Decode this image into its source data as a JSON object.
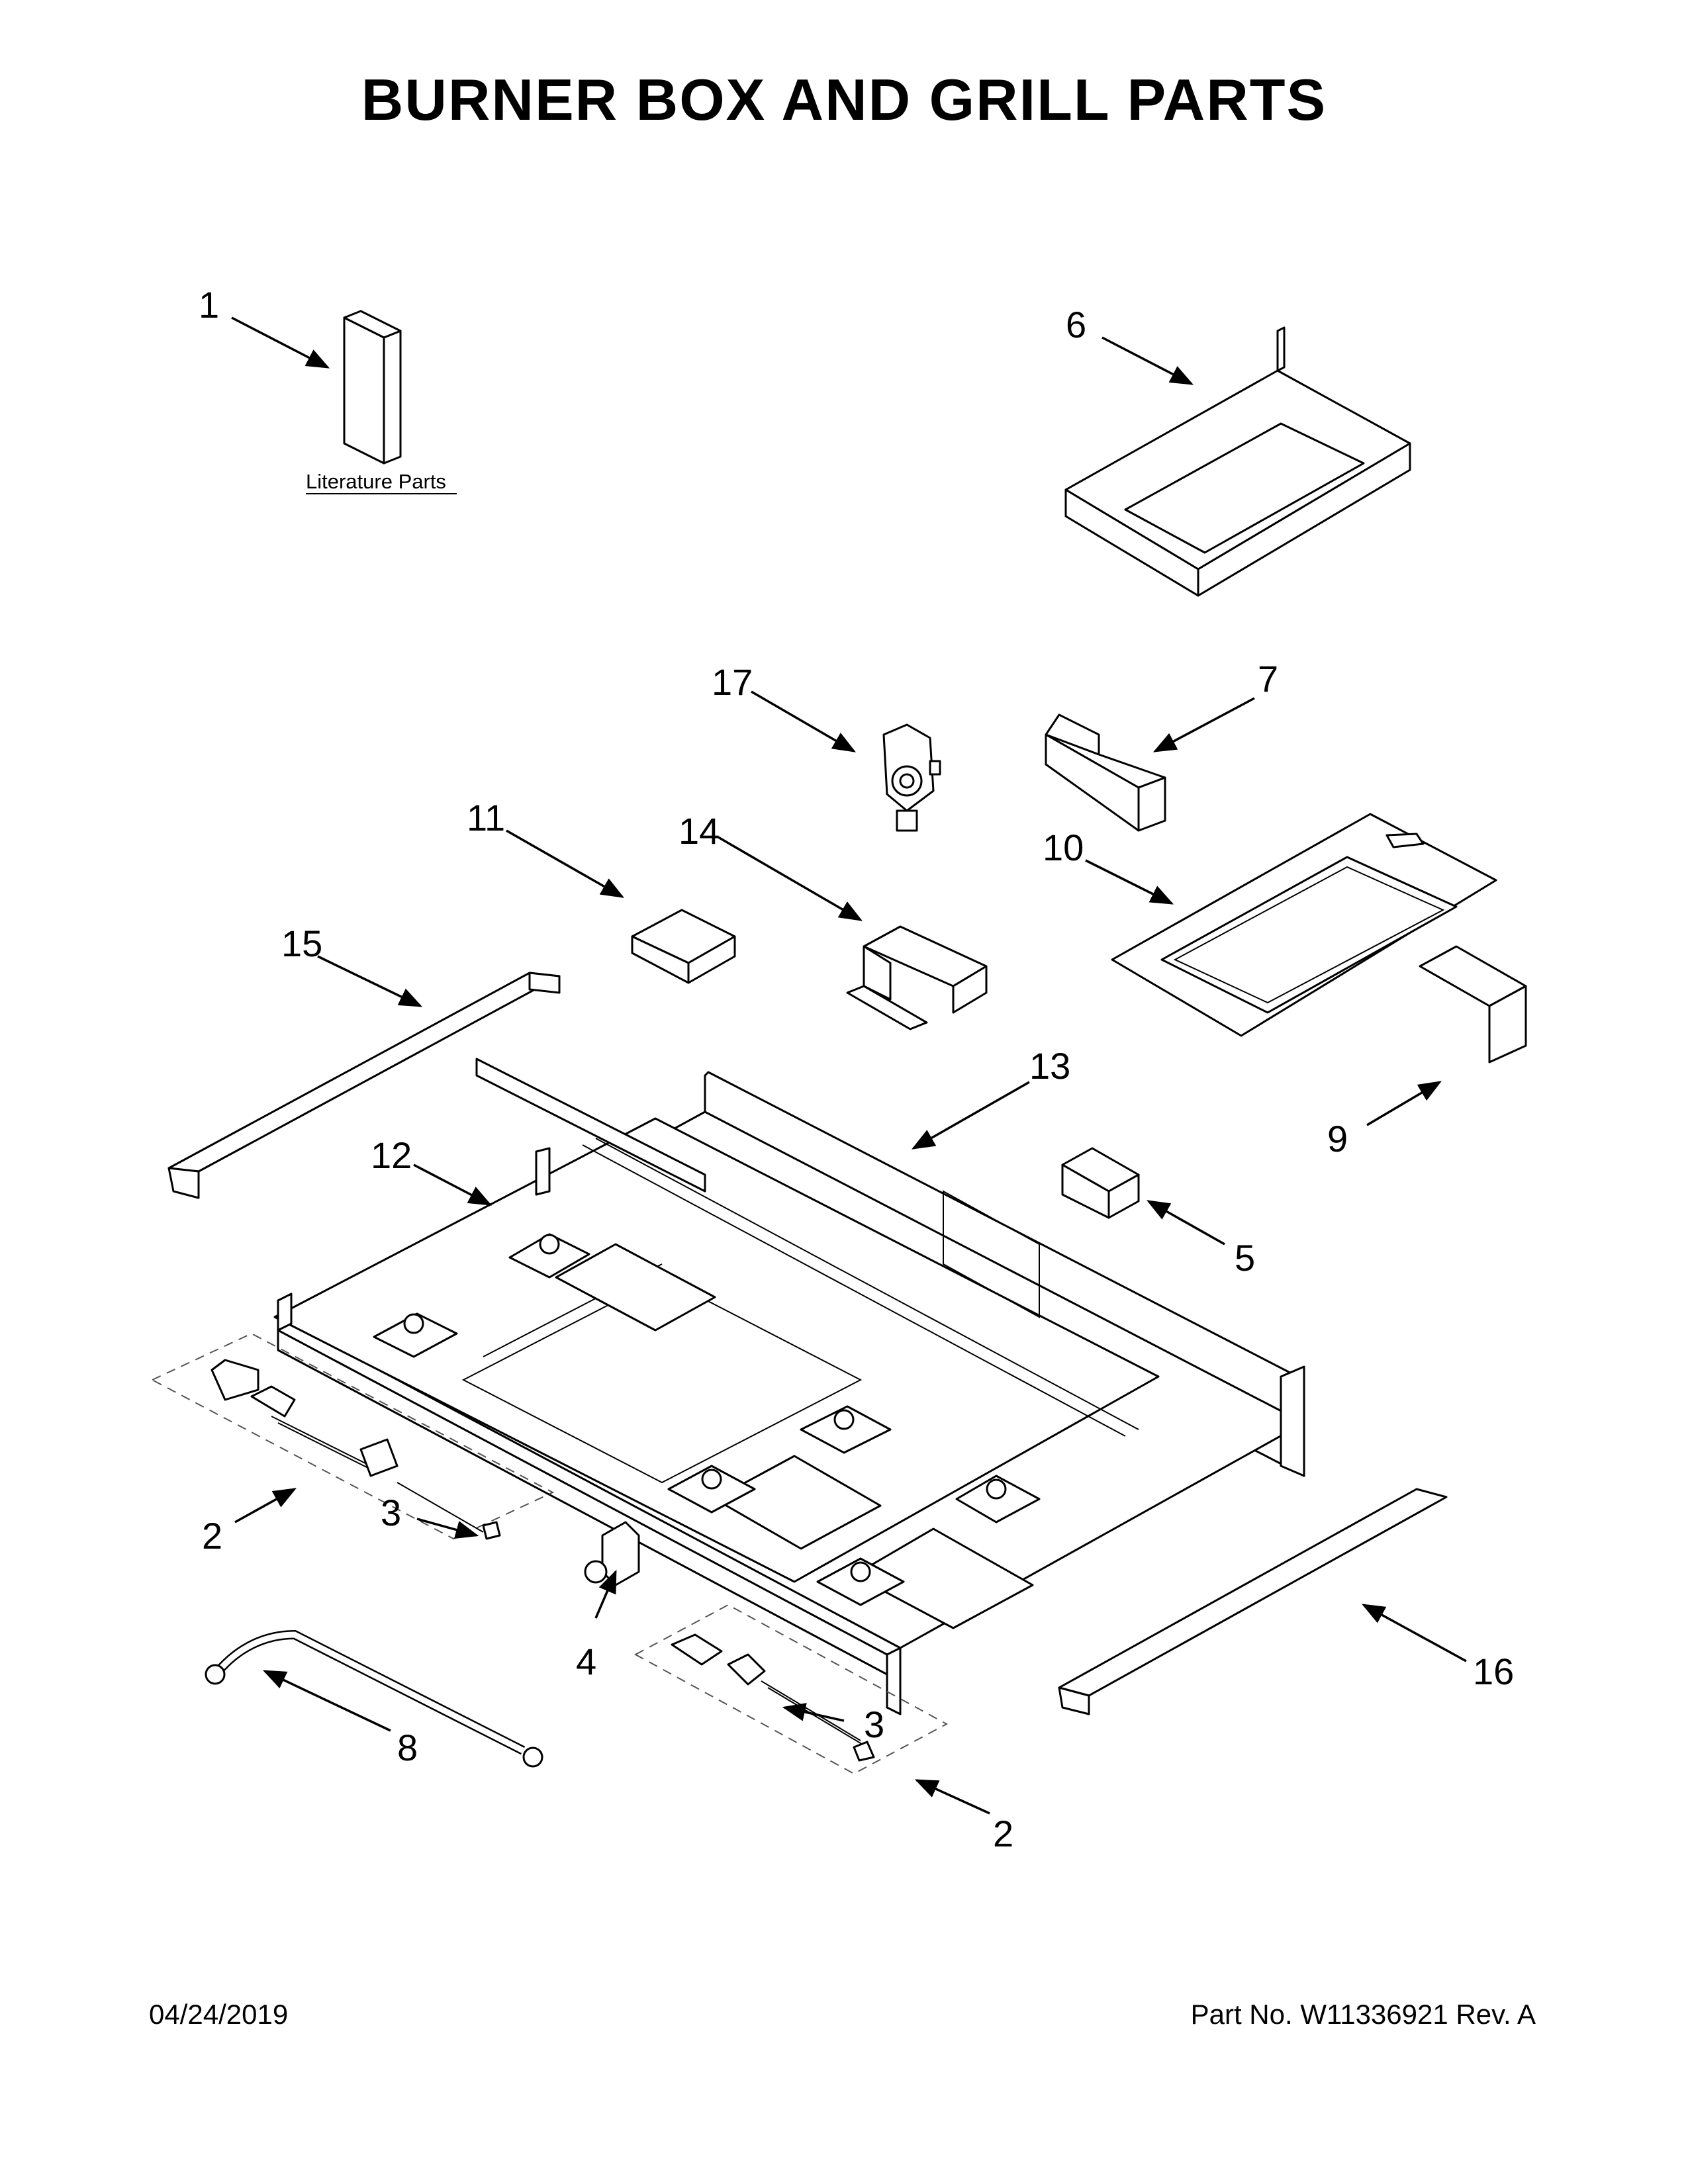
{
  "page": {
    "title": "BURNER BOX AND GRILL PARTS",
    "date": "04/24/2019",
    "part_number": "Part No.  W11336921  Rev.  A"
  },
  "literature_label": "Literature Parts",
  "callouts": {
    "c1": "1",
    "c2a": "2",
    "c2b": "2",
    "c3a": "3",
    "c3b": "3",
    "c4": "4",
    "c5": "5",
    "c6": "6",
    "c7": "7",
    "c8": "8",
    "c9": "9",
    "c10": "10",
    "c11": "11",
    "c12": "12",
    "c13": "13",
    "c14": "14",
    "c15": "15",
    "c16": "16",
    "c17": "17"
  }
}
